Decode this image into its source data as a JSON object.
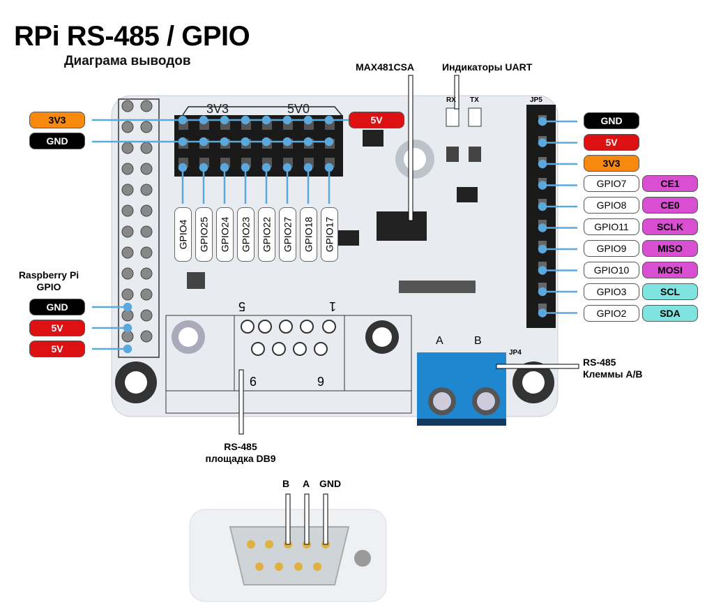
{
  "title": "RPi RS-485 / GPIO",
  "subtitle": "Диаграма выводов",
  "callouts": {
    "max481": "MAX481CSA",
    "uart_leds": "Индикаторы UART",
    "rpi_gpio_line1": "Raspberry Pi",
    "rpi_gpio_line2": "GPIO",
    "terminal_line1": "RS-485",
    "terminal_line2": "Клеммы A/B",
    "db9_line1": "RS-485",
    "db9_line2": "площадка DB9"
  },
  "board_silkscreen": {
    "header_3v3": "3V3",
    "header_5v0": "5V0",
    "rx": "RX",
    "tx": "TX",
    "jp5": "JP5",
    "jp4": "JP4",
    "term_a": "A",
    "term_b": "B",
    "db9_5": "5",
    "db9_1": "1",
    "db9_9": "9",
    "db9_6": "6"
  },
  "left_top_labels": [
    {
      "text": "3V3",
      "color": "#f7890f"
    },
    {
      "text": "GND",
      "color": "#000000"
    }
  ],
  "top_5v_label": {
    "text": "5V",
    "color": "#dd1111"
  },
  "left_bottom_labels": [
    {
      "text": "GND",
      "color": "#000000"
    },
    {
      "text": "5V",
      "color": "#dd1111"
    },
    {
      "text": "5V",
      "color": "#dd1111"
    }
  ],
  "header_gpio_labels": [
    "GPIO4",
    "GPIO25",
    "GPIO24",
    "GPIO23",
    "GPIO22",
    "GPIO27",
    "GPIO18",
    "GPIO17"
  ],
  "right_power_labels": [
    {
      "text": "GND",
      "color": "#000000"
    },
    {
      "text": "5V",
      "color": "#dd1111"
    },
    {
      "text": "3V3",
      "color": "#f7890f"
    }
  ],
  "right_gpio_labels": [
    {
      "gpio": "GPIO7",
      "func": "CE1",
      "color": "#d94fd1"
    },
    {
      "gpio": "GPIO8",
      "func": "CE0",
      "color": "#d94fd1"
    },
    {
      "gpio": "GPIO11",
      "func": "SCLK",
      "color": "#d94fd1"
    },
    {
      "gpio": "GPIO9",
      "func": "MISO",
      "color": "#d94fd1"
    },
    {
      "gpio": "GPIO10",
      "func": "MOSI",
      "color": "#d94fd1"
    },
    {
      "gpio": "GPIO3",
      "func": "SCL",
      "color": "#7fe3e0"
    },
    {
      "gpio": "GPIO2",
      "func": "SDA",
      "color": "#7fe3e0"
    }
  ],
  "db9_pins": {
    "b": "B",
    "a": "A",
    "gnd": "GND"
  },
  "colors": {
    "leader_line": "#5aa8dc",
    "pcb": "#e8ecf0",
    "terminal": "#1f86d0"
  }
}
